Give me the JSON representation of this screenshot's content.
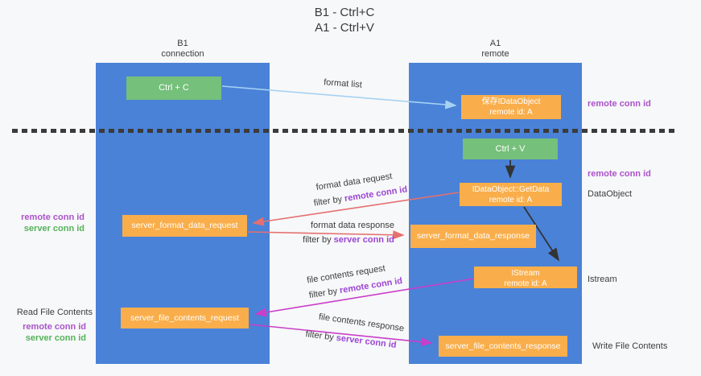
{
  "title": {
    "line1": "B1 - Ctrl+C",
    "line2": "A1 - Ctrl+V"
  },
  "lanes": {
    "left": {
      "title": "B1",
      "subtitle": "connection"
    },
    "right": {
      "title": "A1",
      "subtitle": "remote"
    }
  },
  "nodes": {
    "ctrl_c": {
      "label": "Ctrl + C"
    },
    "save_idataobject": {
      "line1": "保存IDataObject",
      "line2": "remote id: A"
    },
    "ctrl_v": {
      "label": "Ctrl + V"
    },
    "getdata": {
      "line1": "IDataObject::GetData",
      "line2": "remote id: A"
    },
    "format_request": {
      "label": "server_format_data_request"
    },
    "format_response": {
      "label": "server_format_data_response"
    },
    "istream": {
      "line1": "IStream",
      "line2": "remote id: A"
    },
    "file_request": {
      "label": "server_file_contents_request"
    },
    "file_response": {
      "label": "server_file_contents_response"
    }
  },
  "edge_labels": {
    "format_list": "format list",
    "filter_by": "filter by ",
    "remote_conn_id": "remote conn id",
    "server_conn_id": "server conn id",
    "format_data_request": "format data request",
    "format_data_response": "format data response",
    "file_contents_request": "file contents request",
    "file_contents_response": "file contents response"
  },
  "side_labels": {
    "remote_conn_id": "remote conn id",
    "server_conn_id": "server conn id",
    "dataobject": "DataObject",
    "istream": "Istream",
    "read_file_contents": "Read File Contents",
    "write_file_contents": "Write File Contents"
  },
  "colors": {
    "lane_blue": "#4a82d8",
    "node_green": "#75c07a",
    "node_orange": "#f9ae4b",
    "arrow_light_blue": "#a6d2f2",
    "arrow_red": "#e57070",
    "arrow_magenta": "#c93ec9",
    "arrow_black": "#333333",
    "text_purple": "#ab53cb",
    "text_green": "#55b25a"
  }
}
